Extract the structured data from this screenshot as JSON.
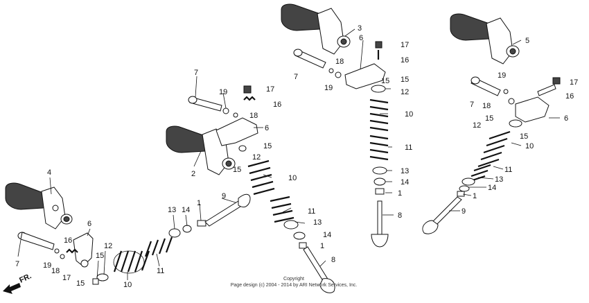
{
  "front_marker": "FR.",
  "copyright": {
    "line1": "Copyright",
    "line2": "Page design (c) 2004 - 2014 by ARI Network Services, Inc."
  },
  "callouts": [
    "1",
    "2",
    "3",
    "4",
    "5",
    "6",
    "7",
    "8",
    "9",
    "10",
    "11",
    "12",
    "13",
    "14",
    "15",
    "16",
    "17",
    "18",
    "19"
  ]
}
